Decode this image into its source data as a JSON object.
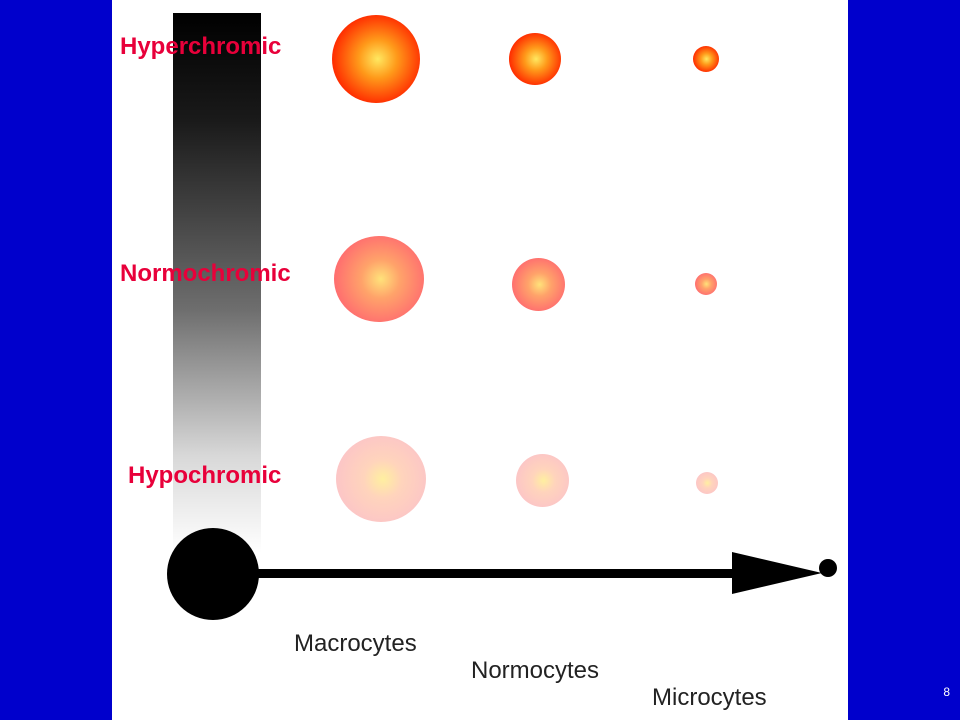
{
  "rows": {
    "hyper": {
      "label": "Hyperchromic"
    },
    "normo": {
      "label": "Normochromic"
    },
    "hypo": {
      "label": "Hypochromic"
    }
  },
  "columns": {
    "macro": {
      "label": "Macrocytes"
    },
    "normo": {
      "label": "Normocytes"
    },
    "micro": {
      "label": "Microcytes"
    }
  },
  "page_number": "8",
  "colors": {
    "background": "#0000CC",
    "panel": "#FFFFFF",
    "row_label": "#E8003A",
    "column_label": "#222222",
    "arrow": "#000000"
  }
}
